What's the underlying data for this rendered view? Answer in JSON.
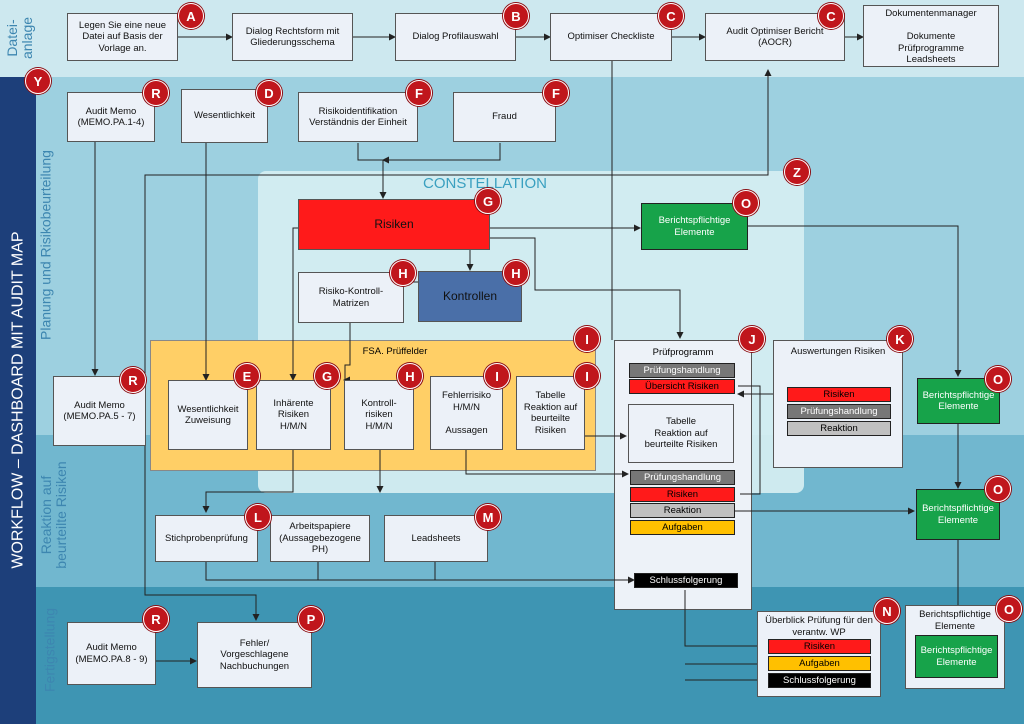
{
  "colors": {
    "band_top": "#cde8ef",
    "band_plan": "#9dd0e0",
    "band_reakt": "#71b7cf",
    "band_fertig": "#3e95b3",
    "left_strip": "#1d3f7a",
    "red": "#ff1a1a",
    "blue": "#4a6fa8",
    "green": "#17a34a",
    "orange_panel": "#ffcf66",
    "gray": "#777777",
    "light_gray": "#c0c0c0",
    "yellow": "#ffc000",
    "black": "#000000",
    "badge": "#c0161c"
  },
  "lanes": {
    "top": "Datei-\nanlage",
    "plan": "Planung und Risikobeurteilung",
    "reakt": "Reaktion auf\nbeurteilte Risiken",
    "fertig": "Fertigstellung",
    "main_title": "WORKFLOW – DASHBOARD MIT AUDIT MAP"
  },
  "constellation_label": "CONSTELLATION",
  "fsa_label": "FSA. Prüffelder",
  "boxes": {
    "neue_datei": "Legen Sie eine neue\nDatei auf Basis der\nVorlage an.",
    "rechtsform": "Dialog Rechtsform mit\nGliederungsschema",
    "profil": "Dialog Profilauswahl",
    "checkliste": "Optimiser Checkliste",
    "aocr": "Audit Optimiser Bericht\n(AOCR)",
    "dokumanager": "Dokumentenmanager\n\nDokumente\nPrüfprogramme\nLeadsheets",
    "memo1": "Audit Memo\n(MEMO.PA.1-4)",
    "wesentlichkeit": "Wesentlichkeit",
    "risikoid": "Risikoidentifikation\nVerständnis der Einheit",
    "fraud": "Fraud",
    "risiken": "Risiken",
    "bericht1": "Berichtspflichtige\nElemente",
    "rkm": "Risiko-Kontroll-\nMatrizen",
    "kontrollen": "Kontrollen",
    "memo2": "Audit Memo\n(MEMO.PA.5 - 7)",
    "wes_zuweisung": "Wesentlichkeit\nZuweisung",
    "inhaerente": "Inhärente\nRisiken\nH/M/N",
    "kontrollrisiken": "Kontroll-\nrisiken\nH/M/N",
    "fehlerrisiko": "Fehlerrisiko\nH/M/N\n\nAussagen",
    "tabelle1": "Tabelle\nReaktion auf\nbeurteilte\nRisiken",
    "pruefprogramm": "Prüfprogramm",
    "tabelle2": "Tabelle\nReaktion auf\nbeurteilte Risiken",
    "auswertungen": "Auswertungen Risiken",
    "bericht2": "Berichtspflichtige\nElemente",
    "bericht3": "Berichtspflichtige\nElemente",
    "stichprobe": "Stichprobenprüfung",
    "arbeitspapiere": "Arbeitspapiere\n(Aussagebezogene\nPH)",
    "leadsheets": "Leadsheets",
    "memo3": "Audit Memo\n(MEMO.PA.8 - 9)",
    "fehler": "Fehler/\nVorgeschlagene\nNachbuchungen",
    "ueberblick": "Überblick Prüfung für den\nverantw. WP",
    "bericht4_outer": "Berichtspflichtige\nElemente",
    "bericht4_inner": "Berichtspflichtige\nElemente"
  },
  "bars": {
    "pp_pruef": "Prüfungshandlung",
    "pp_uebersicht": "Übersicht Risiken",
    "aus_risiken": "Risiken",
    "aus_pruef": "Prüfungshandlung",
    "aus_reaktion": "Reaktion",
    "pp2_pruef": "Prüfungshandlung",
    "pp2_risiken": "Risiken",
    "pp2_reaktion": "Reaktion",
    "pp2_aufgaben": "Aufgaben",
    "schluss1": "Schlussfolgerung",
    "ub_risiken": "Risiken",
    "ub_aufgaben": "Aufgaben",
    "ub_schluss": "Schlussfolgerung"
  },
  "badges": {
    "a": "A",
    "b": "B",
    "c1": "C",
    "c2": "C",
    "y": "Y",
    "r1": "R",
    "d": "D",
    "f1": "F",
    "f2": "F",
    "z": "Z",
    "g1": "G",
    "o1": "O",
    "h1": "H",
    "h2": "H",
    "i0": "I",
    "j": "J",
    "k": "K",
    "r2": "R",
    "e": "E",
    "g2": "G",
    "h3": "H",
    "i1": "I",
    "i2": "I",
    "o2": "O",
    "o3": "O",
    "l": "L",
    "m": "M",
    "r3": "R",
    "p": "P",
    "n": "N",
    "o4": "O"
  }
}
